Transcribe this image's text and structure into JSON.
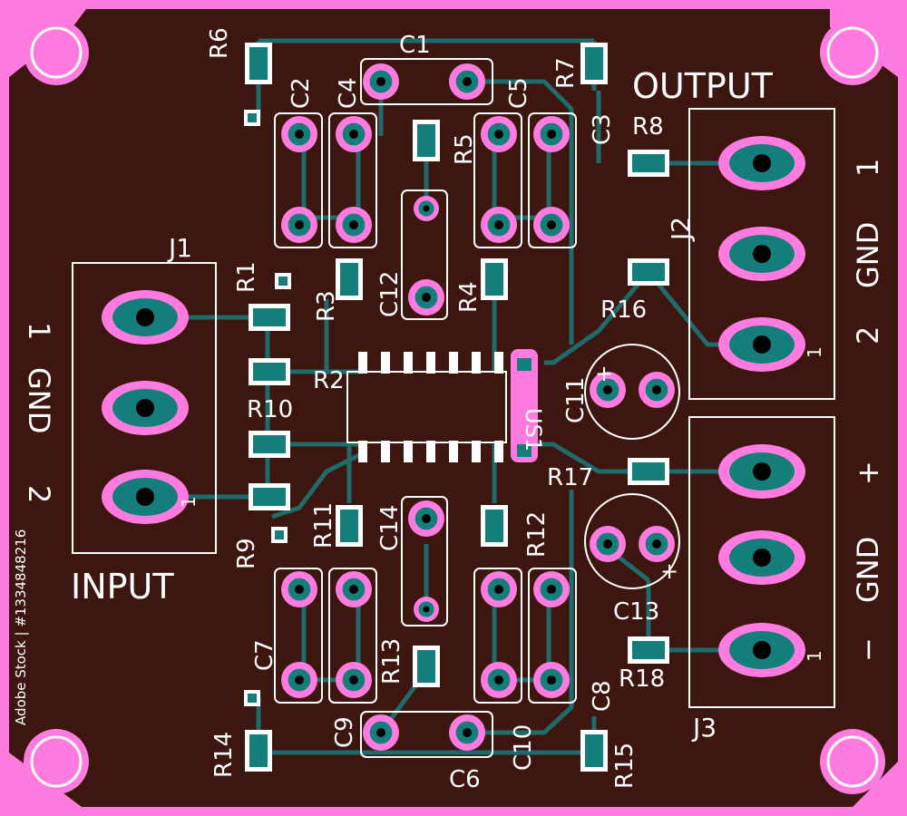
{
  "colors": {
    "background": "#ff7be0",
    "board": "#3d1610",
    "trace": "#1f6a6a",
    "pad_copper": "#ff7be0",
    "pad_center": "#147f7a",
    "silkscreen": "#ffffff",
    "hole": "#000000"
  },
  "connector_labels": {
    "input": "INPUT",
    "output": "OUTPUT",
    "j1": "J1",
    "j2": "J2",
    "j3": "J3",
    "input_pins": [
      "1",
      "GND",
      "2"
    ],
    "output_pins": [
      "1",
      "GND",
      "2"
    ],
    "power_pins": [
      "+",
      "GND",
      "−"
    ],
    "pin1_marker": "1"
  },
  "ic_label": "US1",
  "resistors": [
    "R1",
    "R2",
    "R3",
    "R4",
    "R5",
    "R6",
    "R7",
    "R8",
    "R9",
    "R10",
    "R11",
    "R12",
    "R13",
    "R14",
    "R15",
    "R16",
    "R17",
    "R18"
  ],
  "capacitors": [
    "C1",
    "C2",
    "C3",
    "C4",
    "C5",
    "C6",
    "C7",
    "C8",
    "C9",
    "C10",
    "C11",
    "C12",
    "C13",
    "C14"
  ],
  "electrolytic_polarity": "+",
  "watermark": "Adobe Stock",
  "stock_id": "Adobe Stock | #1334848216"
}
